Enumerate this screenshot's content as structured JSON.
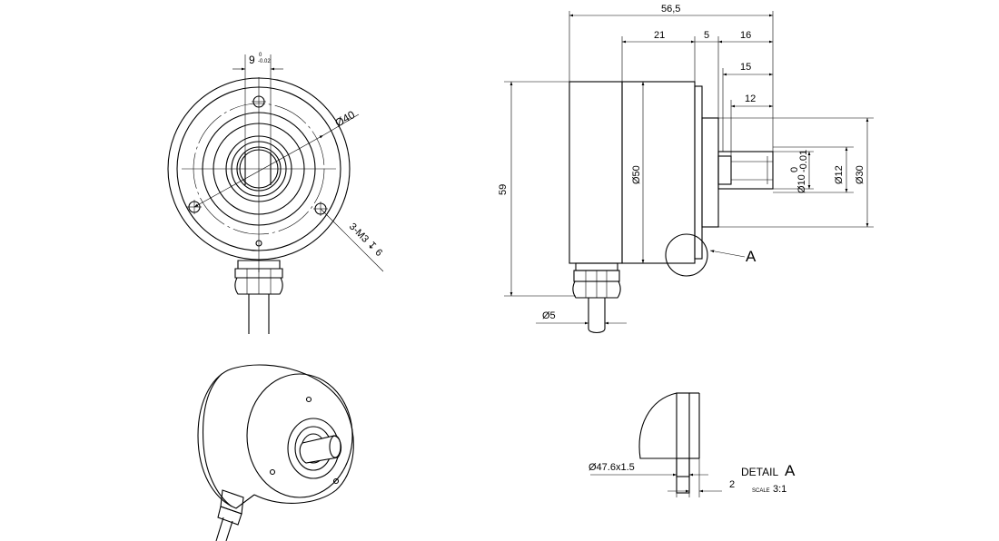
{
  "front_view": {
    "keyway_dim": "9",
    "keyway_tol_upper": "0",
    "keyway_tol_lower": "-0.02",
    "bolt_circle_dim": "Ø40",
    "mount_holes_note": "3-M3 ↧ 6"
  },
  "side_view": {
    "overall_length": "56,5",
    "body_length": "21",
    "flange_thickness": "5",
    "shaft_length": "16",
    "shaft_length_2": "15",
    "key_length": "12",
    "height": "59",
    "housing_diameter": "Ø50",
    "shaft_dim_main": "Ø10",
    "shaft_tol_upper": "0",
    "shaft_tol_lower": "-0.01",
    "shaft_dim_2": "Ø12",
    "spigot_diameter": "Ø30",
    "cable_diameter": "Ø5",
    "detail_callout": "A"
  },
  "detail_view": {
    "oring_dim": "Ø47.6x1.5",
    "gap_dim": "2",
    "title_word": "DETAIL",
    "title_letter": "A",
    "scale_word": "SCALE",
    "scale_value": "3:1"
  }
}
